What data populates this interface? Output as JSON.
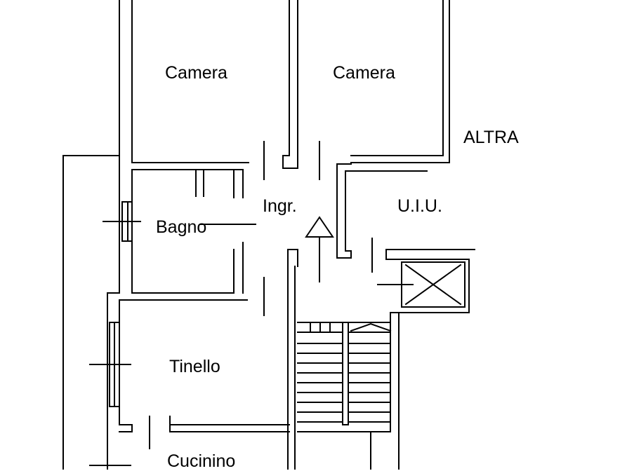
{
  "plan": {
    "rooms": {
      "camera_left": "Camera",
      "camera_right": "Camera",
      "bagno": "Bagno",
      "ingresso": "Ingr.",
      "tinello": "Tinello",
      "cucinino": "Cucinino"
    },
    "neighbour": {
      "line1": "ALTRA",
      "line2": "U.I.U."
    }
  },
  "colors": {
    "ink": "#000000",
    "paper": "#ffffff"
  },
  "icons": [
    "entrance-arrow-icon",
    "elevator-cross-icon",
    "staircase-icon",
    "window-icon"
  ]
}
